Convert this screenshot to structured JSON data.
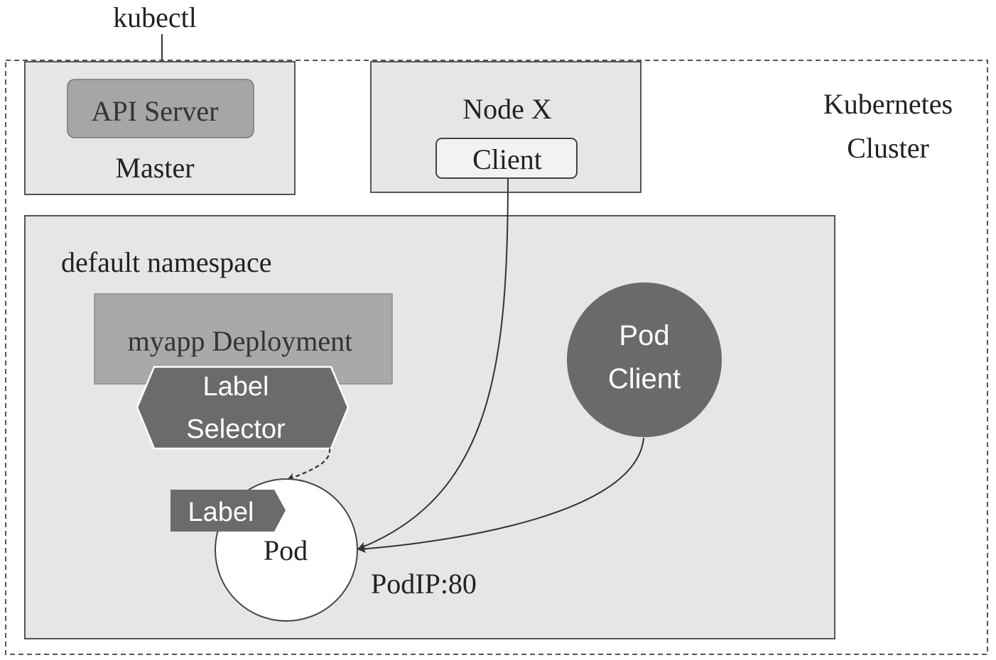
{
  "kubectl_label": "kubectl",
  "cluster": {
    "label_line1": "Kubernetes",
    "label_line2": "Cluster"
  },
  "master": {
    "api_server_label": "API Server",
    "label": "Master"
  },
  "node_x": {
    "title": "Node X",
    "client_label": "Client"
  },
  "namespace": {
    "label": "default namespace"
  },
  "deployment": {
    "label": "myapp Deployment",
    "selector_line1": "Label",
    "selector_line2": "Selector"
  },
  "pod": {
    "label": "Pod",
    "tag_label": "Label",
    "endpoint": "PodIP:80"
  },
  "pod_client": {
    "line1": "Pod",
    "line2": "Client"
  },
  "colors": {
    "panel_fill": "#e6e6e6",
    "api_server_fill": "#a6a6a6",
    "deployment_fill": "#a9a9a9",
    "selector_fill": "#6b6b6b",
    "pod_client_fill": "#6a6a6a",
    "line": "#333333"
  }
}
